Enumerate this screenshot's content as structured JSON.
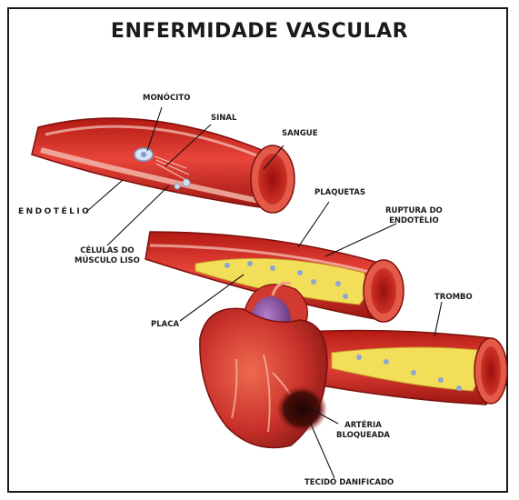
{
  "title": "ENFERMIDADE VASCULAR",
  "labels": {
    "monocito": "MONÓCITO",
    "sinal": "SINAL",
    "sangue": "SANGUE",
    "endotelio": "ENDOTÉLIO",
    "plaquetas": "PLAQUETAS",
    "ruptura_line1": "RUPTURA DO",
    "ruptura_line2": "ENDOTÉLIO",
    "celulas_line1": "CÉLULAS DO",
    "celulas_line2": "MÚSCULO LISO",
    "trombo": "TROMBO",
    "placa": "PLACA",
    "arteria_line1": "ARTÉRIA",
    "arteria_line2": "BLOQUEADA",
    "tecido": "TECIDO DANIFICADO"
  },
  "colors": {
    "vessel_red": "#d42a1e",
    "vessel_dark": "#8e1410",
    "lumen_red": "#c41c14",
    "endothelium_pink": "#f2b6a8",
    "plaque_yellow": "#f3de5a",
    "cell_blue": "#7d9cc9",
    "heart_red": "#c8302a",
    "heart_purple": "#8e5aa6"
  }
}
